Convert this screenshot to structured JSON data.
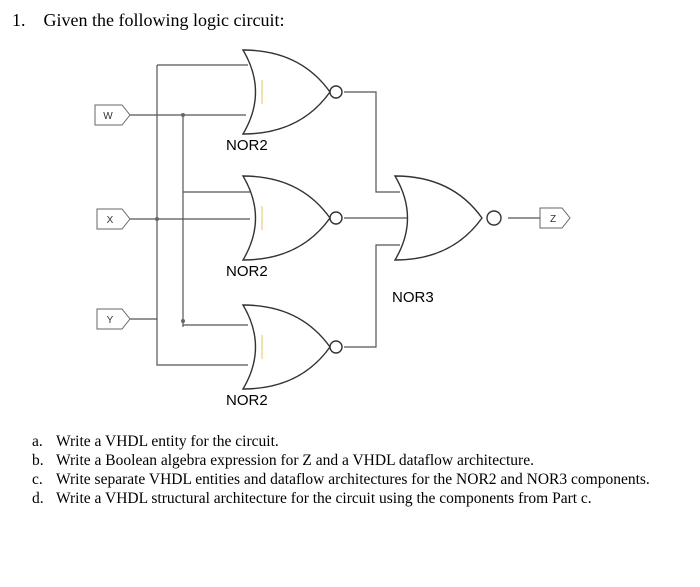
{
  "question": {
    "heading": "1. Given the following logic circuit:"
  },
  "circuit": {
    "inputs": {
      "w": "W",
      "x": "X",
      "y": "Y"
    },
    "output": {
      "z": "Z"
    },
    "gates": {
      "nor2_top": "NOR2",
      "nor2_mid": "NOR2",
      "nor2_bot": "NOR2",
      "nor3": "NOR3"
    }
  },
  "parts": [
    {
      "letter": "a.",
      "text": "Write a VHDL entity for the circuit."
    },
    {
      "letter": "b.",
      "text": "Write a Boolean algebra expression for Z and a VHDL dataflow architecture."
    },
    {
      "letter": "c.",
      "text": "Write separate VHDL entities and dataflow architectures for the NOR2 and NOR3 components."
    },
    {
      "letter": "d.",
      "text": "Write a VHDL structural architecture for the circuit using the components from Part c."
    }
  ]
}
